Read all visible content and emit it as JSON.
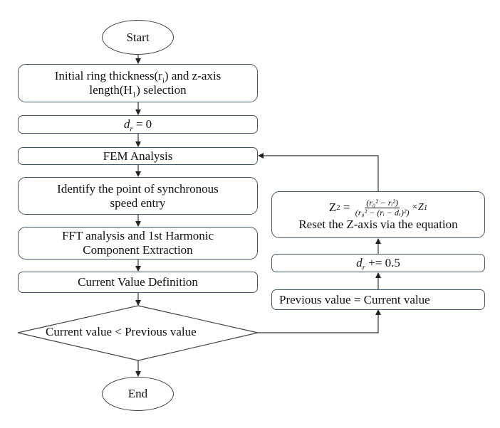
{
  "diagram": {
    "type": "flowchart",
    "nodes": {
      "start": {
        "label": "Start",
        "shape": "ellipse"
      },
      "init": {
        "line1": "Initial ring thickness(r",
        "sub1": "i",
        "mid": ") and z-axis",
        "line2a": "length(H",
        "sub2": "1",
        "line2b": ") selection",
        "shape": "rounded-rect"
      },
      "dr_zero": {
        "var": "d",
        "sub": "r",
        "rest": " = 0",
        "shape": "rounded-rect"
      },
      "fem": {
        "label": "FEM Analysis",
        "shape": "rounded-rect"
      },
      "identify": {
        "line1": "Identify the point of synchronous",
        "line2": "speed entry",
        "shape": "rounded-rect"
      },
      "fft": {
        "line1": "FFT analysis and 1st Harmonic",
        "line2": "Component Extraction",
        "shape": "rounded-rect"
      },
      "current_def": {
        "label": "Current Value Definition",
        "shape": "rounded-rect"
      },
      "decision": {
        "label": "Current value < Previous value",
        "shape": "diamond"
      },
      "end": {
        "label": "End",
        "shape": "ellipse"
      },
      "prev_eq_curr": {
        "label": "Previous value = Current value",
        "shape": "rounded-rect"
      },
      "dr_inc": {
        "var": "d",
        "sub": "r",
        "rest": " += 0.5",
        "shape": "rounded-rect"
      },
      "reset_z": {
        "lhs": "Z",
        "lhs_sub": "2",
        "eq": " = ",
        "num": "(r₀² − rᵢ²)",
        "den": "(r₀² − (rᵢ − dᵣ)²)",
        "times": "×Z",
        "times_sub": "1",
        "caption": "Reset the Z-axis via the equation",
        "shape": "rounded-rect"
      }
    },
    "edges": [
      {
        "from": "start",
        "to": "init"
      },
      {
        "from": "init",
        "to": "dr_zero"
      },
      {
        "from": "dr_zero",
        "to": "fem"
      },
      {
        "from": "fem",
        "to": "identify"
      },
      {
        "from": "identify",
        "to": "fft"
      },
      {
        "from": "fft",
        "to": "current_def"
      },
      {
        "from": "current_def",
        "to": "decision"
      },
      {
        "from": "decision",
        "to": "end"
      },
      {
        "from": "decision",
        "to": "prev_eq_curr"
      },
      {
        "from": "prev_eq_curr",
        "to": "dr_inc"
      },
      {
        "from": "dr_inc",
        "to": "reset_z"
      },
      {
        "from": "reset_z",
        "to": "fem"
      }
    ]
  },
  "colors": {
    "box_border": "#46596a",
    "line": "#333333",
    "text": "#111111"
  }
}
